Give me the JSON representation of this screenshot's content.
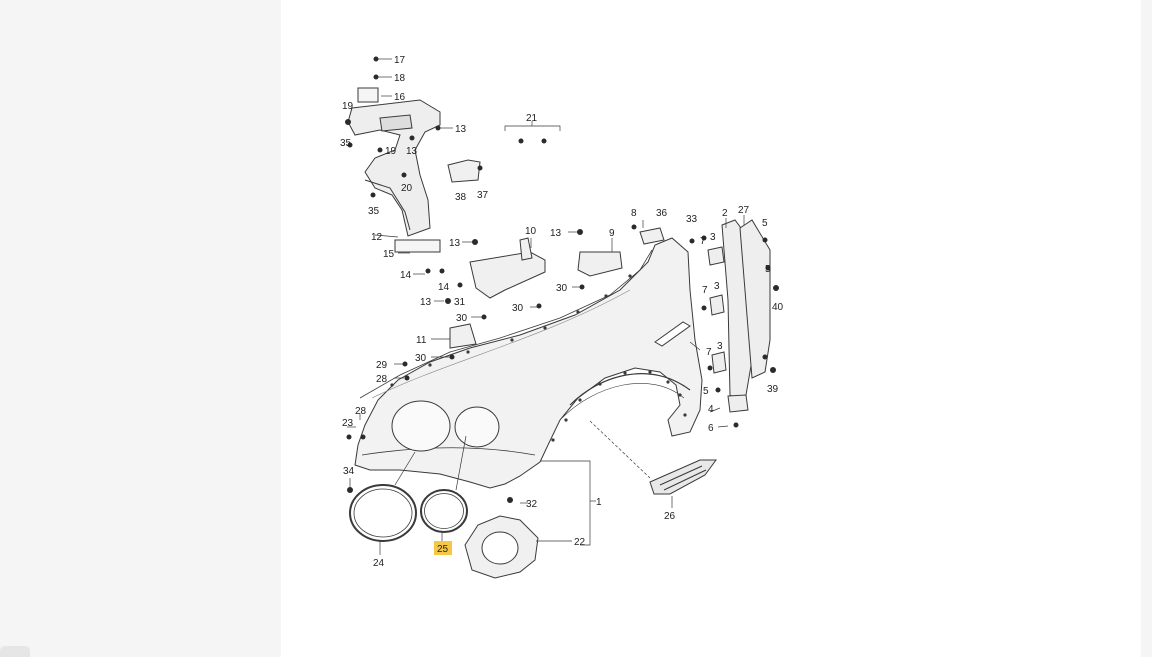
{
  "diagram": {
    "highlighted_callout": "25",
    "highlight_color": "#f6c744",
    "line_color": "#3a3a3a",
    "fill_color": "#f2f2f2",
    "callouts": [
      {
        "id": "c17",
        "label": "17"
      },
      {
        "id": "c18",
        "label": "18"
      },
      {
        "id": "c16",
        "label": "16"
      },
      {
        "id": "c19a",
        "label": "19"
      },
      {
        "id": "c13a",
        "label": "13"
      },
      {
        "id": "c35a",
        "label": "35"
      },
      {
        "id": "c19b",
        "label": "19"
      },
      {
        "id": "c13b",
        "label": "13"
      },
      {
        "id": "c20",
        "label": "20"
      },
      {
        "id": "c35b",
        "label": "35"
      },
      {
        "id": "c21",
        "label": "21"
      },
      {
        "id": "c38",
        "label": "38"
      },
      {
        "id": "c37",
        "label": "37"
      },
      {
        "id": "c12",
        "label": "12"
      },
      {
        "id": "c15",
        "label": "15"
      },
      {
        "id": "c14a",
        "label": "14"
      },
      {
        "id": "c14b",
        "label": "14"
      },
      {
        "id": "c13c",
        "label": "13"
      },
      {
        "id": "c10",
        "label": "10"
      },
      {
        "id": "c13d",
        "label": "13"
      },
      {
        "id": "c9",
        "label": "9"
      },
      {
        "id": "c8",
        "label": "8"
      },
      {
        "id": "c36",
        "label": "36"
      },
      {
        "id": "c33",
        "label": "33"
      },
      {
        "id": "c2",
        "label": "2"
      },
      {
        "id": "c27",
        "label": "27"
      },
      {
        "id": "c5a",
        "label": "5"
      },
      {
        "id": "c7a",
        "label": "7"
      },
      {
        "id": "c3a",
        "label": "3"
      },
      {
        "id": "c5b",
        "label": "5"
      },
      {
        "id": "c40",
        "label": "40"
      },
      {
        "id": "c13e",
        "label": "13"
      },
      {
        "id": "c31",
        "label": "31"
      },
      {
        "id": "c30a",
        "label": "30"
      },
      {
        "id": "c30b",
        "label": "30"
      },
      {
        "id": "c30c",
        "label": "30"
      },
      {
        "id": "c7b",
        "label": "7"
      },
      {
        "id": "c3b",
        "label": "3"
      },
      {
        "id": "c11",
        "label": "11"
      },
      {
        "id": "c30d",
        "label": "30"
      },
      {
        "id": "c29",
        "label": "29"
      },
      {
        "id": "c28a",
        "label": "28"
      },
      {
        "id": "c7c",
        "label": "7"
      },
      {
        "id": "c3c",
        "label": "3"
      },
      {
        "id": "c5c",
        "label": "5"
      },
      {
        "id": "c39",
        "label": "39"
      },
      {
        "id": "c4",
        "label": "4"
      },
      {
        "id": "c6",
        "label": "6"
      },
      {
        "id": "c28b",
        "label": "28"
      },
      {
        "id": "c23",
        "label": "23"
      },
      {
        "id": "c34",
        "label": "34"
      },
      {
        "id": "c32",
        "label": "32"
      },
      {
        "id": "c1",
        "label": "1"
      },
      {
        "id": "c26",
        "label": "26"
      },
      {
        "id": "c22",
        "label": "22"
      },
      {
        "id": "c24",
        "label": "24"
      },
      {
        "id": "c25",
        "label": "25"
      }
    ]
  }
}
